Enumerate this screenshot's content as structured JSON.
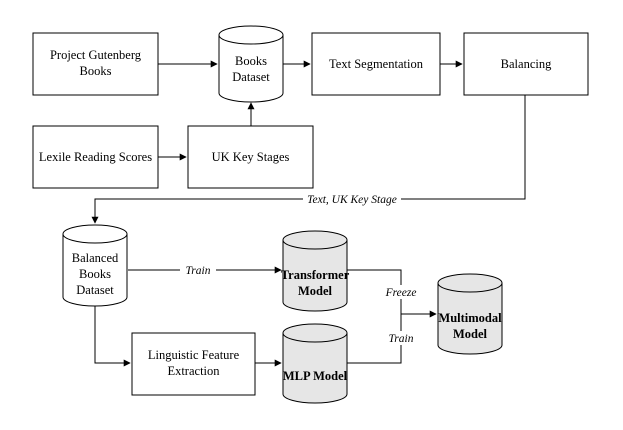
{
  "diagram": {
    "nodes": {
      "gutenberg": {
        "line1": "Project Gutenberg",
        "line2": "Books"
      },
      "books_dataset": {
        "line1": "Books",
        "line2": "Dataset"
      },
      "text_segmentation": {
        "label": "Text Segmentation"
      },
      "balancing": {
        "label": "Balancing"
      },
      "lexile": {
        "label": "Lexile Reading Scores"
      },
      "uk_key_stages": {
        "label": "UK Key Stages"
      },
      "balanced_dataset": {
        "line1": "Balanced",
        "line2": "Books",
        "line3": "Dataset"
      },
      "transformer": {
        "line1": "Transformer",
        "line2": "Model"
      },
      "multimodal": {
        "line1": "Multimodal",
        "line2": "Model"
      },
      "linguistic": {
        "line1": "Linguistic Feature",
        "line2": "Extraction"
      },
      "mlp": {
        "label": "MLP Model"
      }
    },
    "edge_labels": {
      "text_uk": "Text, UK Key Stage",
      "train_top": "Train",
      "freeze": "Freeze",
      "train_bottom": "Train"
    },
    "colors": {
      "stroke": "#000000",
      "model_fill": "#e6e6e6",
      "dataset_fill": "#ffffff"
    }
  }
}
